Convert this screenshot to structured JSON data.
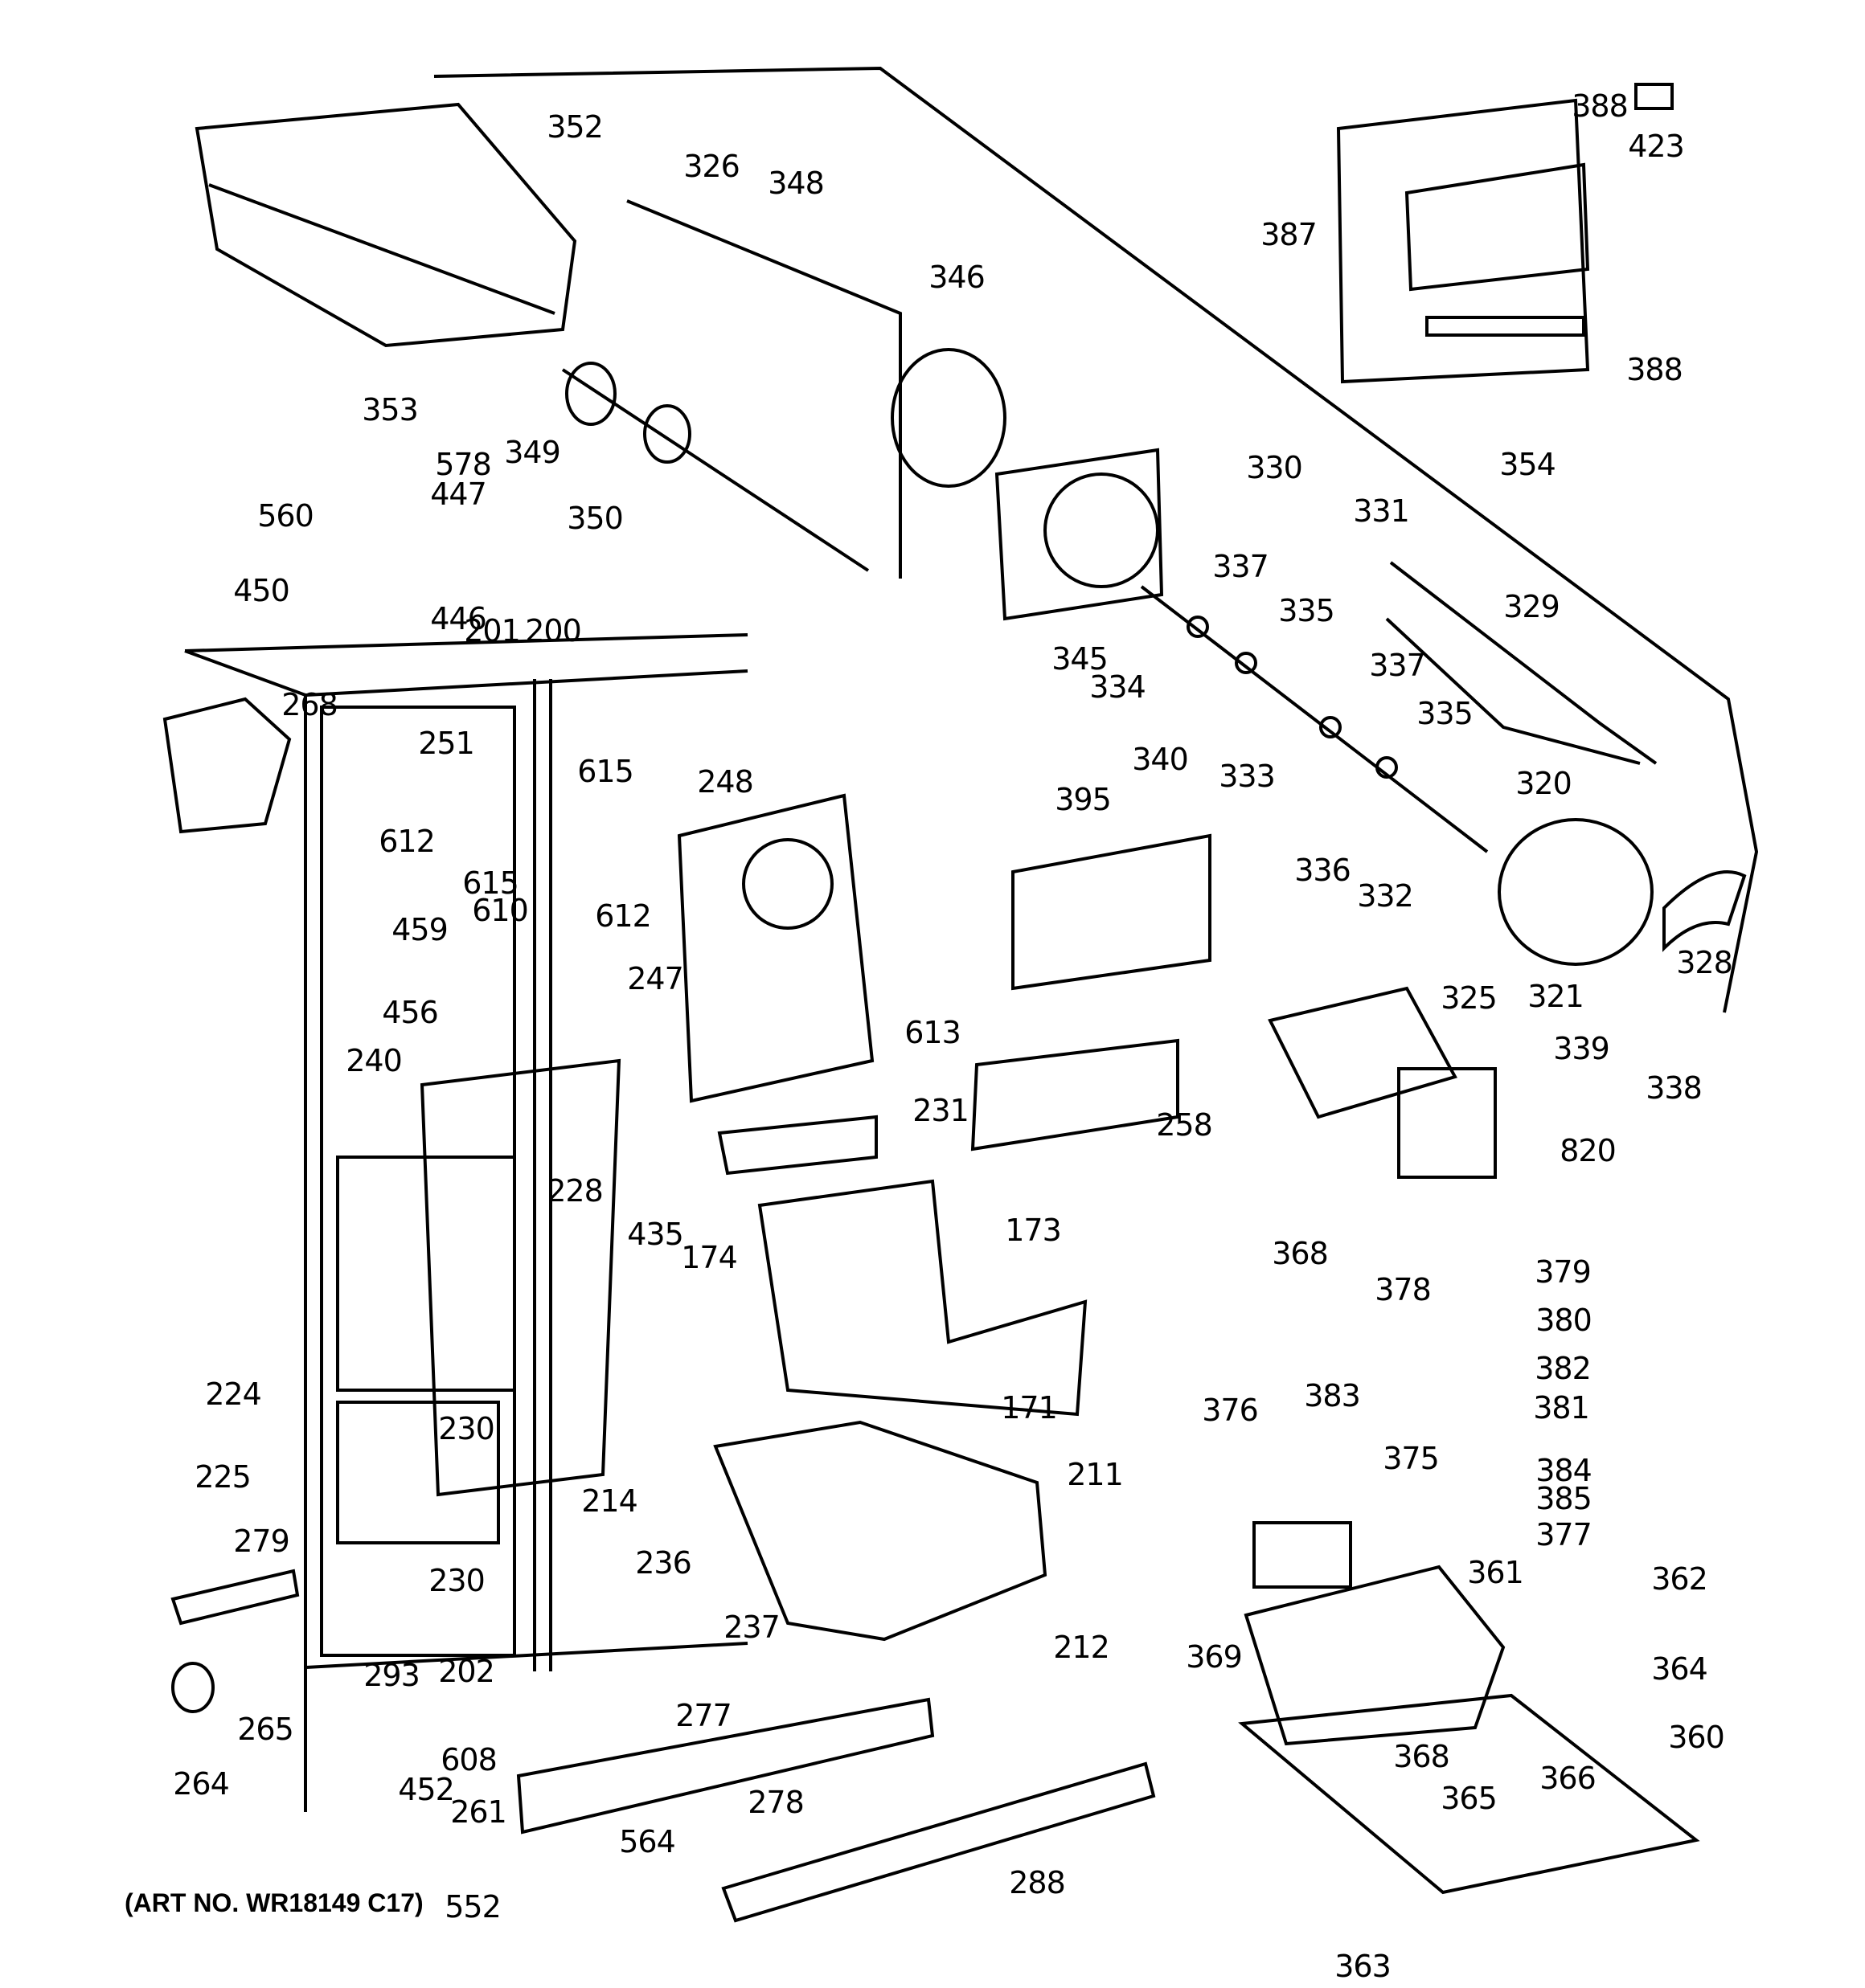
{
  "diagram": {
    "title": "Freezer Section exploded parts diagram",
    "art_number": "(ART NO. WR18149 C17)",
    "callouts": [
      {
        "label": "352"
      },
      {
        "label": "326"
      },
      {
        "label": "348"
      },
      {
        "label": "346"
      },
      {
        "label": "388"
      },
      {
        "label": "423"
      },
      {
        "label": "387"
      },
      {
        "label": "388"
      },
      {
        "label": "353"
      },
      {
        "label": "349"
      },
      {
        "label": "350"
      },
      {
        "label": "578"
      },
      {
        "label": "447"
      },
      {
        "label": "560"
      },
      {
        "label": "450"
      },
      {
        "label": "446"
      },
      {
        "label": "330"
      },
      {
        "label": "354"
      },
      {
        "label": "331"
      },
      {
        "label": "345"
      },
      {
        "label": "337"
      },
      {
        "label": "334"
      },
      {
        "label": "335"
      },
      {
        "label": "329"
      },
      {
        "label": "340"
      },
      {
        "label": "333"
      },
      {
        "label": "337"
      },
      {
        "label": "335"
      },
      {
        "label": "336"
      },
      {
        "label": "320"
      },
      {
        "label": "332"
      },
      {
        "label": "328"
      },
      {
        "label": "201"
      },
      {
        "label": "200"
      },
      {
        "label": "268"
      },
      {
        "label": "251"
      },
      {
        "label": "615"
      },
      {
        "label": "248"
      },
      {
        "label": "612"
      },
      {
        "label": "615"
      },
      {
        "label": "610"
      },
      {
        "label": "612"
      },
      {
        "label": "395"
      },
      {
        "label": "459"
      },
      {
        "label": "247"
      },
      {
        "label": "613"
      },
      {
        "label": "325"
      },
      {
        "label": "321"
      },
      {
        "label": "339"
      },
      {
        "label": "338"
      },
      {
        "label": "456"
      },
      {
        "label": "240"
      },
      {
        "label": "231"
      },
      {
        "label": "258"
      },
      {
        "label": "820"
      },
      {
        "label": "228"
      },
      {
        "label": "435"
      },
      {
        "label": "173"
      },
      {
        "label": "174"
      },
      {
        "label": "368"
      },
      {
        "label": "378"
      },
      {
        "label": "379"
      },
      {
        "label": "380"
      },
      {
        "label": "382"
      },
      {
        "label": "224"
      },
      {
        "label": "171"
      },
      {
        "label": "376"
      },
      {
        "label": "383"
      },
      {
        "label": "381"
      },
      {
        "label": "375"
      },
      {
        "label": "230"
      },
      {
        "label": "225"
      },
      {
        "label": "211"
      },
      {
        "label": "384"
      },
      {
        "label": "385"
      },
      {
        "label": "214"
      },
      {
        "label": "236"
      },
      {
        "label": "377"
      },
      {
        "label": "279"
      },
      {
        "label": "230"
      },
      {
        "label": "361"
      },
      {
        "label": "362"
      },
      {
        "label": "237"
      },
      {
        "label": "212"
      },
      {
        "label": "369"
      },
      {
        "label": "293"
      },
      {
        "label": "202"
      },
      {
        "label": "364"
      },
      {
        "label": "277"
      },
      {
        "label": "265"
      },
      {
        "label": "360"
      },
      {
        "label": "264"
      },
      {
        "label": "608"
      },
      {
        "label": "368"
      },
      {
        "label": "452"
      },
      {
        "label": "261"
      },
      {
        "label": "366"
      },
      {
        "label": "278"
      },
      {
        "label": "365"
      },
      {
        "label": "564"
      },
      {
        "label": "288"
      },
      {
        "label": "552"
      },
      {
        "label": "363"
      }
    ]
  }
}
